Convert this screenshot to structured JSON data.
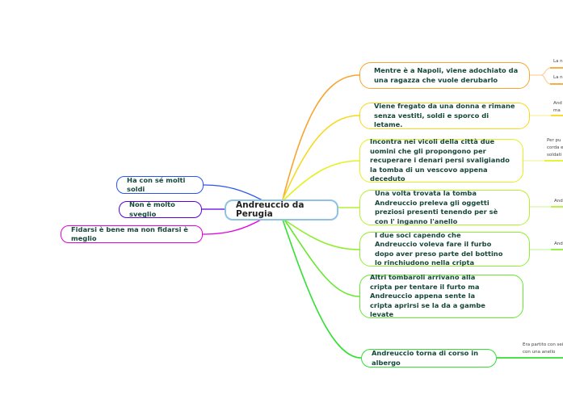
{
  "center": {
    "label": "Andreuccio da Perugia"
  },
  "left": [
    {
      "label": "Ha con sé molti soldi",
      "color": "#2a55ee"
    },
    {
      "label": "Non è molto sveglio",
      "color": "#5a00dd"
    },
    {
      "label": "Fidarsi è bene ma non fidarsi è meglio",
      "color": "#e000e0"
    }
  ],
  "right": [
    {
      "label": "Mentre è a Napoli, viene adochiato da una ragazza che vuole derubarlo",
      "color": "#f7a431"
    },
    {
      "label": "Viene fregato da una donna e rimane senza vestiti, soldi e sporco di letame.",
      "color": "#f7d820"
    },
    {
      "label": "Incontra nei vicoli della città due uomini che gli propongono per recuperare i denari persi svaligiando la tomba di un vescovo appena deceduto",
      "color": "#e4f020"
    },
    {
      "label": "Una volta trovata la tomba Andreuccio preleva gli oggetti preziosi presenti tenendo per sè con l' inganno l'anello",
      "color": "#b6f030"
    },
    {
      "label": "I due soci capendo che Andreuccio voleva fare il furbo dopo aver preso parte del bottino lo rinchiudono nella cripta",
      "color": "#90ee30"
    },
    {
      "label": "Altri tombaroli arrivano alla cripta per tentare il furto ma Andreuccio appena sente la cripta aprirsi se la da a gambe levate",
      "color": "#66e830"
    },
    {
      "label": "Andreuccio torna di corso in albergo",
      "color": "#33e033"
    }
  ],
  "leaves": [
    {
      "text": "La n"
    },
    {
      "text": "La n"
    },
    {
      "text": "And\nma"
    },
    {
      "text": "Per pu\ncorda e\nsoldati"
    },
    {
      "text": "And"
    },
    {
      "text": "And"
    },
    {
      "text": "Era partito con sei\ncon una anello"
    }
  ]
}
